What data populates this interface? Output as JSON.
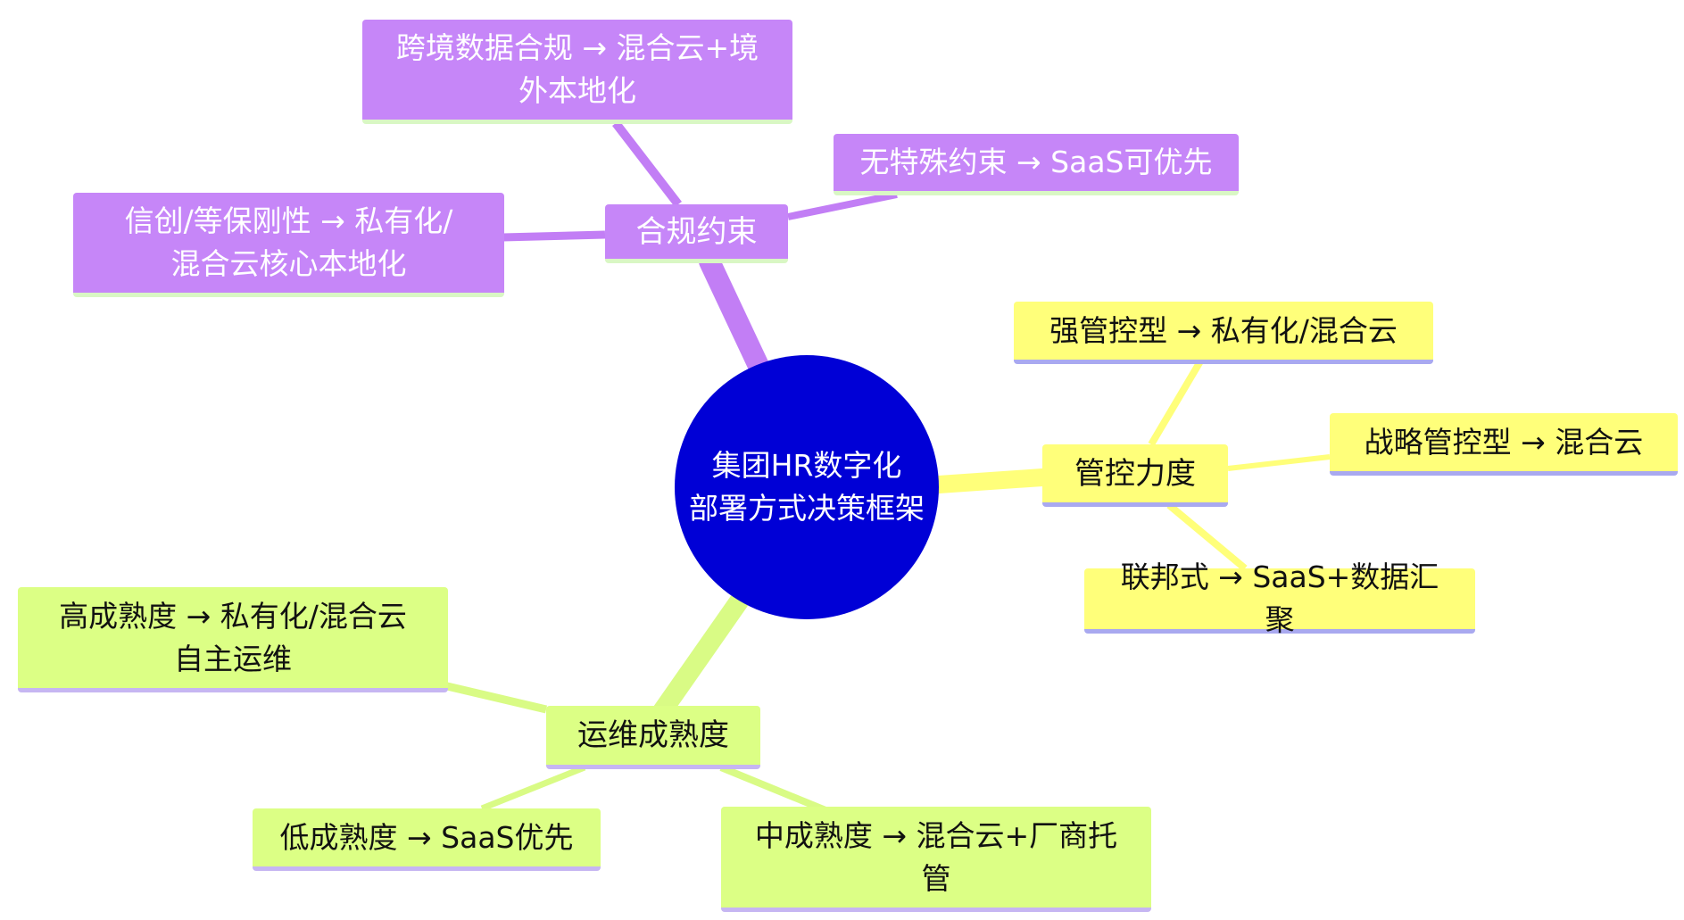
{
  "root": {
    "line1": "集团HR数字化",
    "line2": "部署方式决策框架"
  },
  "branches": {
    "compliance": {
      "label": "合规约束",
      "leaves": [
        {
          "line1": "跨境数据合规 → 混合云+境",
          "line2": "外本地化"
        },
        {
          "line1": "无特殊约束 → SaaS可优先"
        },
        {
          "line1": "信创/等保刚性 → 私有化/",
          "line2": "混合云核心本地化"
        }
      ]
    },
    "control": {
      "label": "管控力度",
      "leaves": [
        {
          "line1": "强管控型 → 私有化/混合云"
        },
        {
          "line1": "战略管控型 → 混合云"
        },
        {
          "line1": "联邦式 → SaaS+数据汇聚"
        }
      ]
    },
    "ops": {
      "label": "运维成熟度",
      "leaves": [
        {
          "line1": "高成熟度 → 私有化/混合云",
          "line2": "自主运维"
        },
        {
          "line1": "低成熟度 → SaaS优先"
        },
        {
          "line1": "中成熟度 → 混合云+厂商托",
          "line2": "管"
        }
      ]
    }
  },
  "colors": {
    "root": "#0000d6",
    "compliance": "#c686f8",
    "control": "#ffff7a",
    "ops": "#dcff85",
    "compliance_edge": "#c27ef5",
    "control_edge": "#ffff7a",
    "ops_edge": "#d9fb85"
  }
}
